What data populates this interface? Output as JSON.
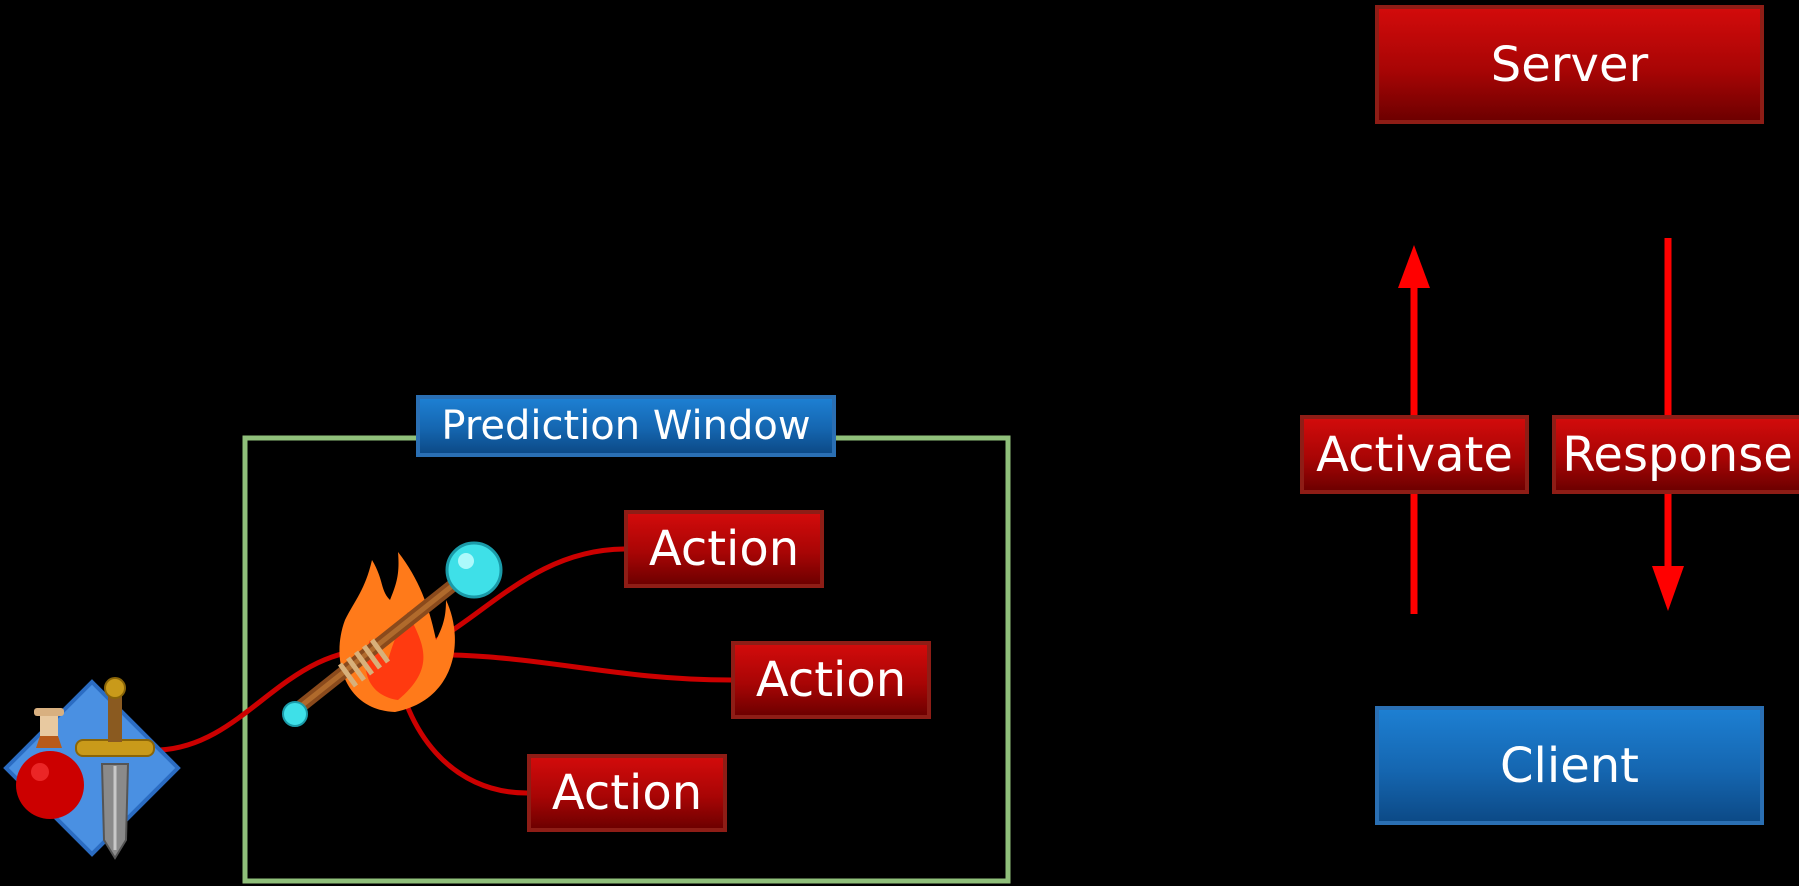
{
  "nodes": {
    "server": "Server",
    "client": "Client",
    "activate": "Activate",
    "response": "Response",
    "prediction_window": "Prediction Window",
    "actions": [
      "Action",
      "Action",
      "Action"
    ]
  },
  "colors": {
    "background": "#000000",
    "red_box": "#b30606",
    "blue_box": "#1566b0",
    "arrow": "#ff0000",
    "window_border": "#8fbf7a",
    "curve": "#cc0000"
  },
  "icons": [
    "potion-sword-icon",
    "fire-staff-icon"
  ]
}
